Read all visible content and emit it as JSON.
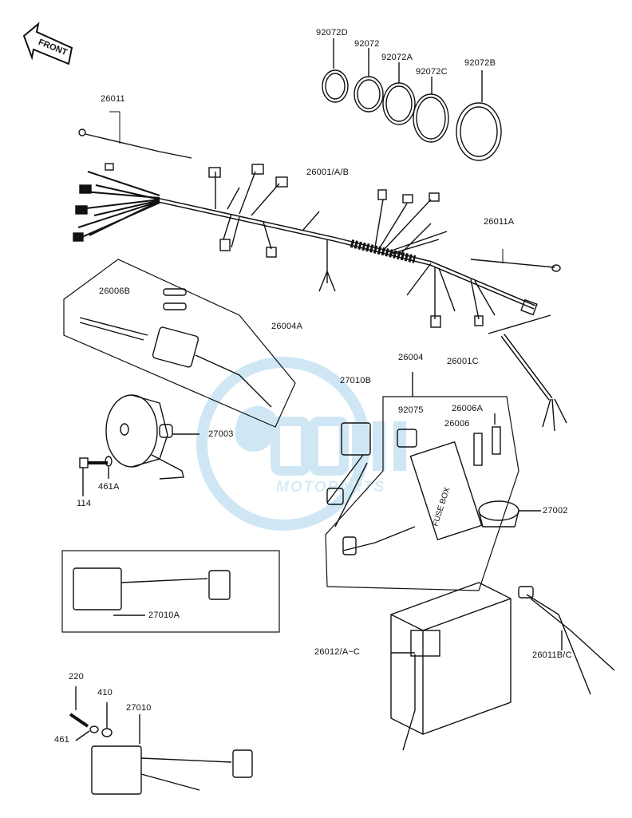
{
  "front_badge": "FRONT",
  "watermark": {
    "logo": "OSM",
    "text": "MOTOPARTS",
    "color": "#a8d4ec"
  },
  "ink_color": "#111111",
  "labels": {
    "p92072D": "92072D",
    "p92072": "92072",
    "p92072A": "92072A",
    "p92072C": "92072C",
    "p92072B": "92072B",
    "p26011": "26011",
    "p26001AB": "26001/A/B",
    "p26011A": "26011A",
    "p26006B": "26006B",
    "p26004A": "26004A",
    "p26004": "26004",
    "p26001C": "26001C",
    "p27010B": "27010B",
    "p92075": "92075",
    "p26006A": "26006A",
    "p26006": "26006",
    "p27003": "27003",
    "p114": "114",
    "p461A": "461A",
    "p27002": "27002",
    "p27010A": "27010A",
    "p26012": "26012/A~C",
    "p26011BC": "26011B/C",
    "p220": "220",
    "p410": "410",
    "p461": "461",
    "p27010": "27010"
  },
  "fuse_box_text": "FUSE BOX"
}
